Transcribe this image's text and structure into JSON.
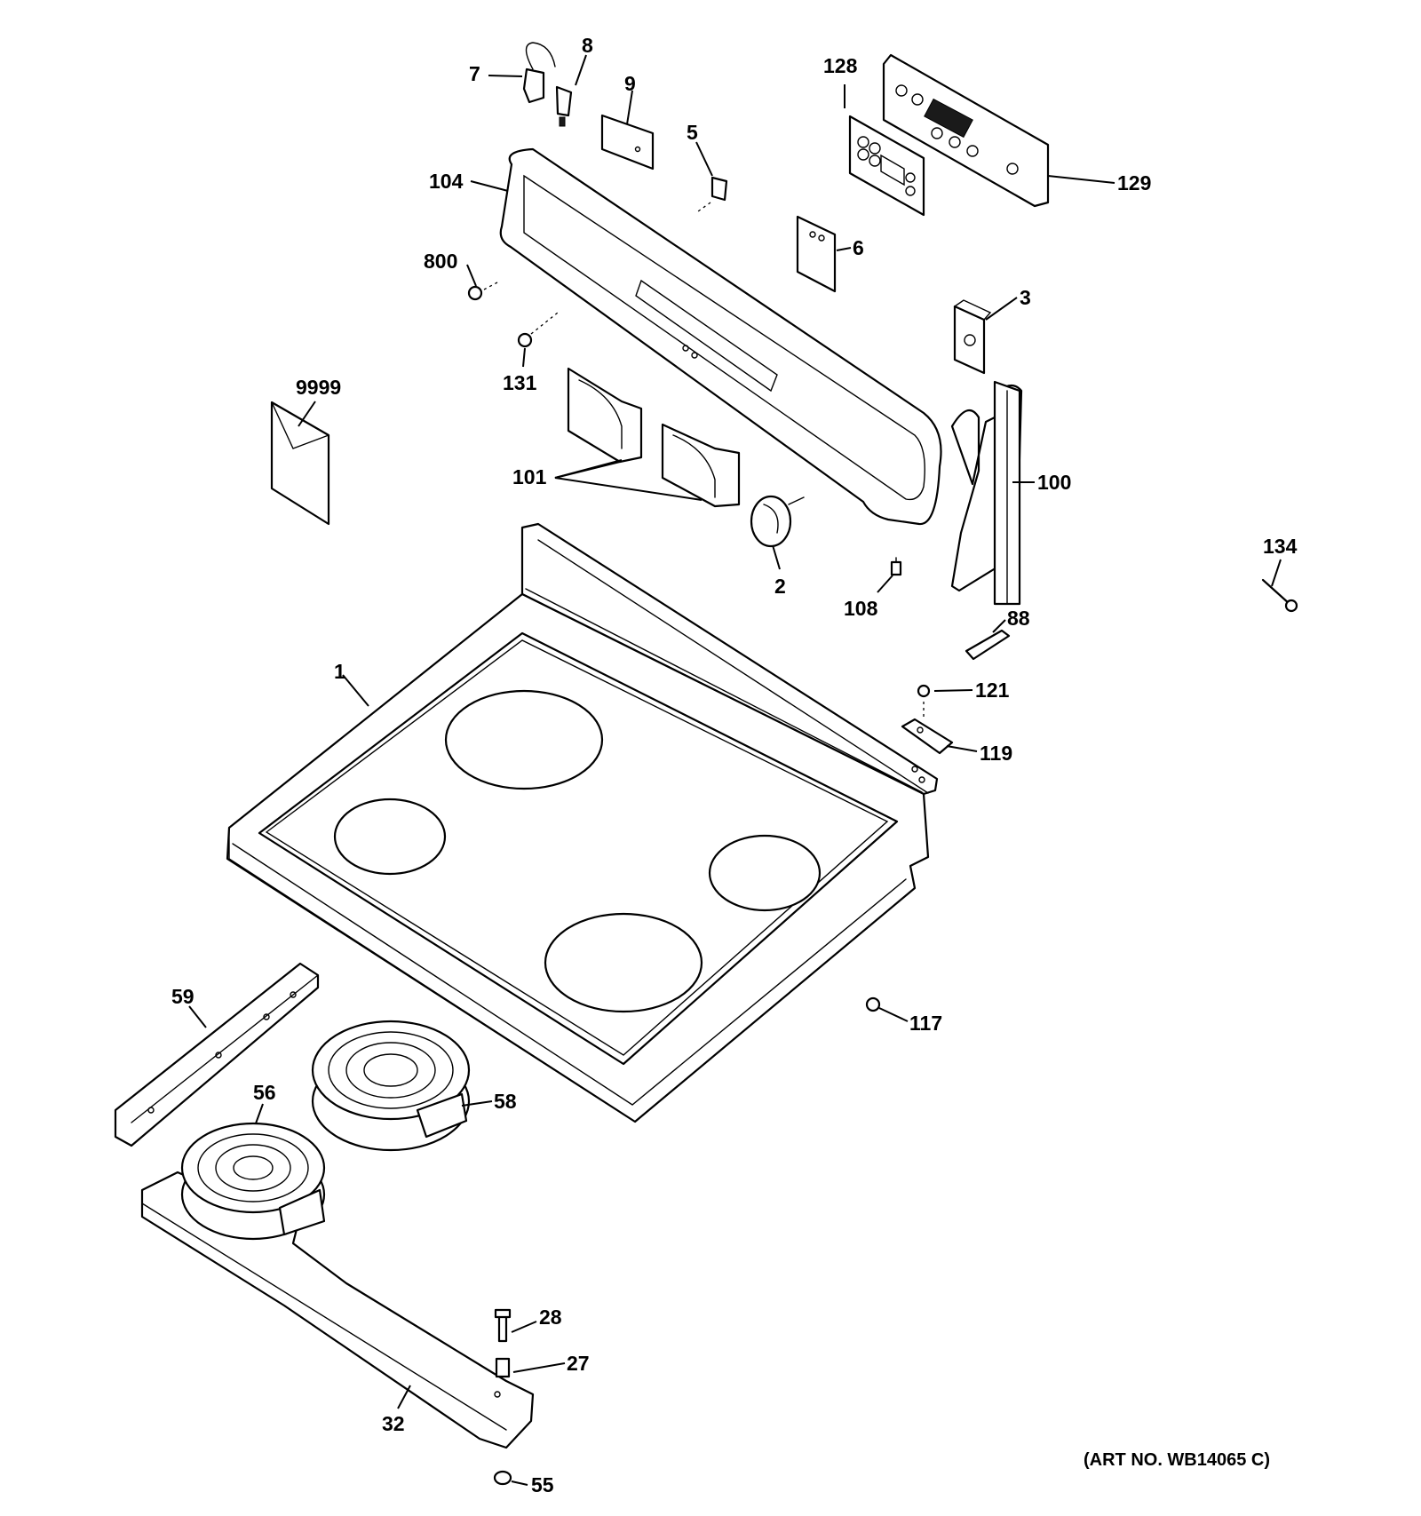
{
  "callouts": {
    "c1": "1",
    "c2": "2",
    "c3": "3",
    "c5": "5",
    "c6": "6",
    "c7": "7",
    "c8": "8",
    "c9": "9",
    "c27": "27",
    "c28": "28",
    "c32": "32",
    "c55": "55",
    "c56": "56",
    "c58": "58",
    "c59": "59",
    "c88": "88",
    "c100": "100",
    "c101": "101",
    "c104": "104",
    "c108": "108",
    "c117": "117",
    "c119": "119",
    "c121": "121",
    "c128": "128",
    "c129": "129",
    "c131": "131",
    "c134": "134",
    "c800": "800",
    "c9999": "9999"
  },
  "art_number": "(ART NO. WB14065 C)"
}
